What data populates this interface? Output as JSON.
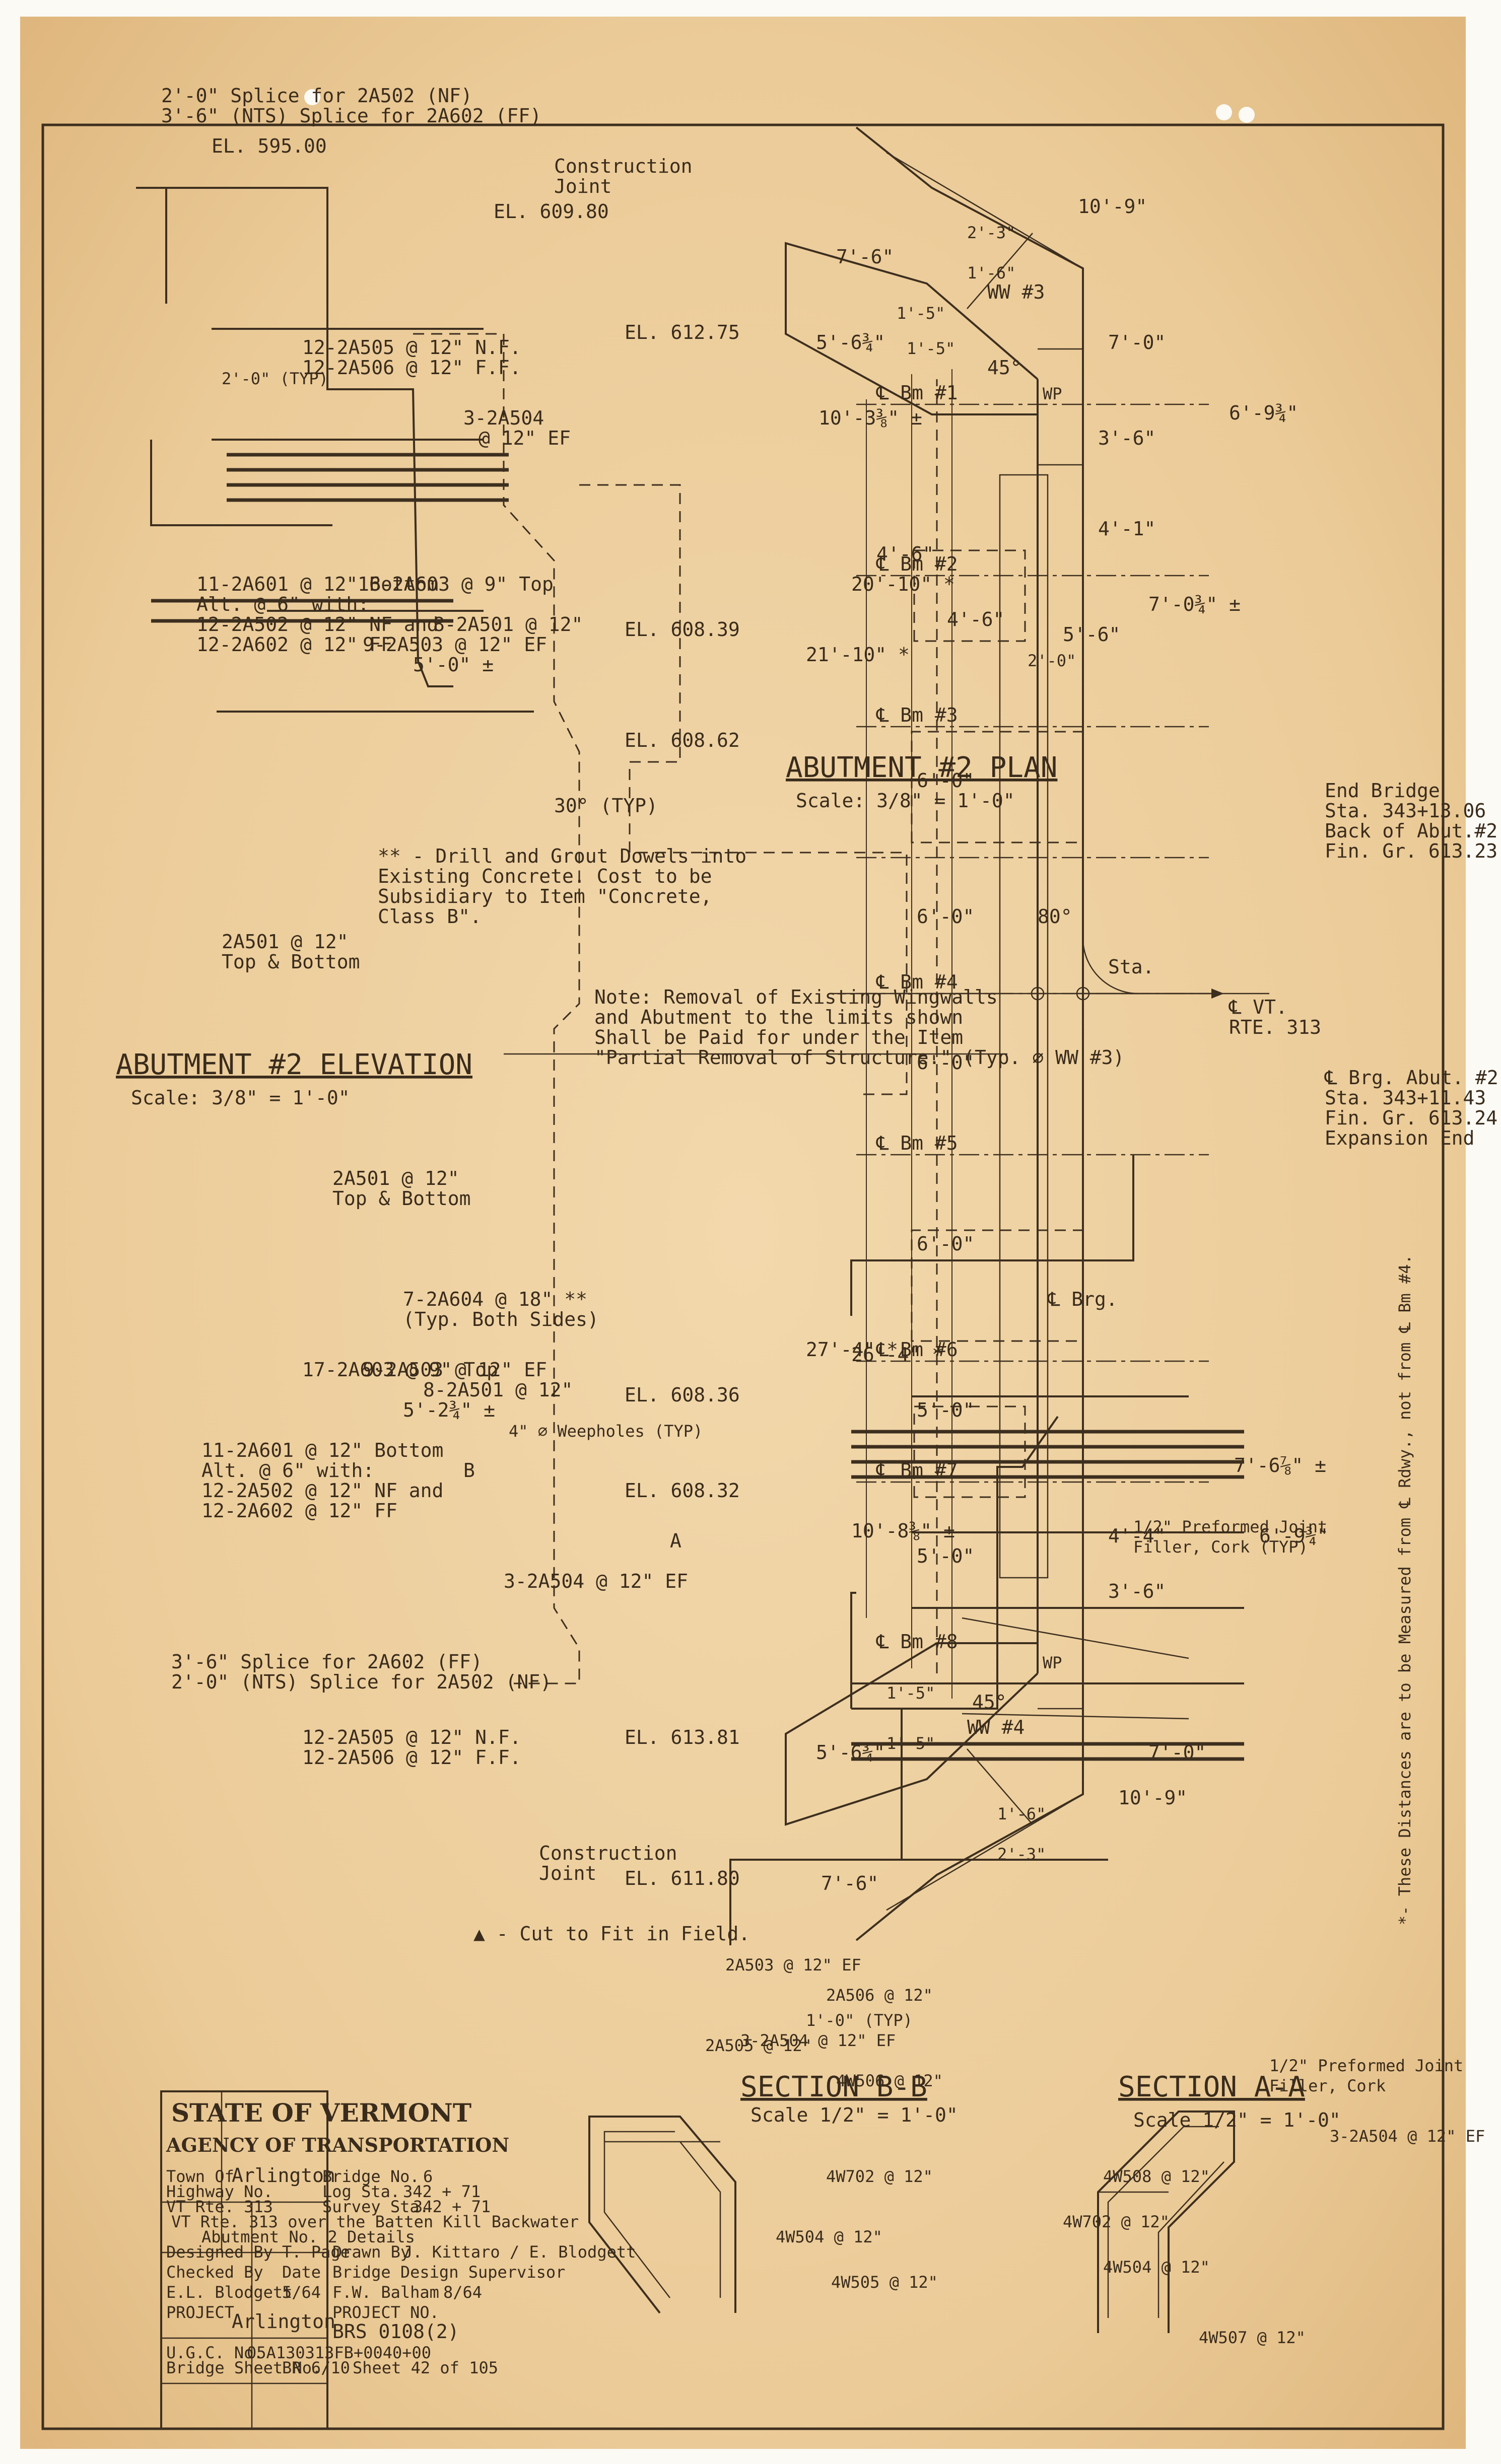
{
  "sheet_note": "*- These Distances are to be Measured from ℄ Rdwy., not from ℄ Bm #4.",
  "plan": {
    "title": "ABUTMENT #2 PLAN",
    "scale": "Scale: 3/8\" = 1'-0\"",
    "end_bridge": [
      "End Bridge",
      "Sta. 343+13.06",
      "Back of Abut.#2",
      "Fin. Gr. 613.23"
    ],
    "brg_abut": [
      "℄ Brg. Abut. #2",
      "Sta. 343+11.43",
      "Fin. Gr. 613.24",
      "Expansion End"
    ],
    "rte": [
      "℄ VT.",
      "RTE. 313"
    ],
    "sta": "Sta.",
    "skew": "80°",
    "beams": [
      "℄ Bm #1",
      "℄ Bm #2",
      "℄ Bm #3",
      "℄ Bm #4",
      "℄ Bm #5",
      "℄ Bm #6",
      "℄ Bm #7",
      "℄ Bm #8"
    ],
    "brg_label": "℄ Brg.",
    "ww3": "WW #3",
    "ww4": "WW #4",
    "wp": "WP",
    "angle45": "45°",
    "joint_filler": [
      "1/2\" Preformed Joint",
      "Filler, Cork (TYP)"
    ],
    "dims_top": [
      "10'-9\"",
      "7'-0\"",
      "2'-3\"",
      "1'-6\"",
      "7'-6\"",
      "5'-6¾\"",
      "1'-5\"",
      "1'-5\"",
      "6'-9¾\"",
      "7'-0¾\" ±"
    ],
    "dims_mid": [
      "3'-6\"",
      "4'-1\"",
      "4'-6\"",
      "5'-6\"",
      "2'-0\"",
      "4'-6\"",
      "10'-3⅜\" ±"
    ],
    "dims_center": [
      "6'-0\"",
      "6'-0\"",
      "6'-0\"",
      "6'-0\"",
      "5'-0\"",
      "5'-0\""
    ],
    "dims_overall": [
      "20'-10\" *",
      "21'-10\" *",
      "26'-4\" *",
      "27'-4\" *"
    ],
    "dims_bottom": [
      "7'-6⅞\" ±",
      "4'-4\"",
      "3'-6\"",
      "10'-8⅜\" ±",
      "6'-9¾\"",
      "5'-6¾\"",
      "1'-5\"",
      "1'-5\"",
      "7'-6\"",
      "10'-9\"",
      "7'-0\"",
      "2'-3\"",
      "1'-6\""
    ],
    "removal_note": [
      "Note: Removal of Existing Wingwalls",
      "and Abutment to the limits shown",
      "Shall be Paid for under the Item",
      "\"Partial Removal of Structure.\" (Typ. ∅ WW #3)"
    ]
  },
  "elevation": {
    "title": "ABUTMENT #2 ELEVATION",
    "scale": "Scale: 3/8\" = 1'-0\"",
    "elevations": [
      "EL. 595.00",
      "EL. 609.80",
      "EL. 612.75",
      "EL. 608.39",
      "EL. 608.62",
      "EL. 608.36",
      "EL. 608.32",
      "EL. 613.81",
      "EL. 611.80"
    ],
    "construction_joint": [
      "Construction",
      "Joint"
    ],
    "left_bars": [
      "12-2A505 @ 12\" N.F.",
      "12-2A506 @ 12\" F.F.",
      "3-2A504",
      "@ 12\" EF",
      "16-2A603 @ 9\" Top",
      "9-2A503 @ 12\" EF",
      "8-2A501 @ 12\"",
      "11-2A601 @ 12\" Bottom",
      "Alt. @ 6\" with:",
      "12-2A502 @ 12\" NF and",
      "12-2A602 @ 12\" FF",
      "2A501 @ 12\"",
      "Top & Bottom"
    ],
    "right_bars": [
      "2A501 @ 12\"",
      "Top & Bottom",
      "7-2A604 @ 18\" **",
      "(Typ. Both Sides)",
      "17-2A603 @ 9\" Top",
      "9-2A503 @ 12\" EF",
      "8-2A501 @ 12\"",
      "11-2A601 @ 12\" Bottom",
      "Alt. @ 6\" with:",
      "12-2A502 @ 12\" NF and",
      "12-2A602 @ 12\" FF",
      "3-2A504 @ 12\" EF",
      "12-2A505 @ 12\" N.F.",
      "12-2A506 @ 12\" F.F."
    ],
    "splices": [
      "2'-0\" Splice for 2A502 (NF)",
      "3'-6\" (NTS) Splice for 2A602 (FF)",
      "3'-6\" Splice for 2A602 (FF)",
      "2'-0\" (NTS) Splice for 2A502 (NF)"
    ],
    "misc": [
      "2'-0\" (TYP)",
      "5'-0\" ±",
      "5'-2¾\" ±",
      "30° (TYP)",
      "4\" ∅ Weepholes (TYP)",
      "A",
      "B"
    ],
    "dowel_note": [
      "** - Drill and Grout Dowels into",
      "Existing Concrete. Cost to be",
      "Subsidiary to Item \"Concrete,",
      "Class B\"."
    ],
    "cut_note": "▲ - Cut to Fit in Field."
  },
  "section_aa": {
    "title": "SECTION A-A",
    "scale": "Scale 1/2\" = 1'-0\"",
    "labels": [
      "1/2\" Preformed Joint",
      "Filler, Cork",
      "3-2A504 @ 12\" EF",
      "4W508 @ 12\"",
      "4W702 @ 12\"",
      "4W504 @ 12\"",
      "4W507 @ 12\""
    ]
  },
  "section_bb": {
    "title": "SECTION B-B",
    "scale": "Scale 1/2\" = 1'-0\"",
    "labels": [
      "2A503 @ 12\" EF",
      "2A506 @ 12\"",
      "3-2A504 @ 12\" EF",
      "1'-0\" (TYP)",
      "2A505 @ 12\"",
      "4W506 @ 12\"",
      "4W702 @ 12\"",
      "4W504 @ 12\"",
      "4W505 @ 12\""
    ]
  },
  "title_block": {
    "state": "STATE OF VERMONT",
    "agency": "AGENCY OF TRANSPORTATION",
    "town_label": "Town Of",
    "town": "Arlington",
    "bridge_no_label": "Bridge No.",
    "bridge_no": "6",
    "highway_label": "Highway No.",
    "highway": "VT Rte. 313",
    "log_sta_label": "Log Sta.",
    "log_sta": "342 + 71",
    "survey_sta_label": "Survey Sta.",
    "survey_sta": "342 + 71",
    "description": "VT Rte. 313 over the Batten Kill Backwater",
    "subtitle": "Abutment No. 2 Details",
    "designed_label": "Designed By",
    "designed": "T. Page",
    "drawn_label": "Drawn By",
    "drawn": "J. Kittaro / E. Blodgett",
    "checked_label": "Checked By",
    "date_label": "Date",
    "checked": "E.L. Blodgett",
    "checked_date": "5/64",
    "supervisor_label": "Bridge Design Supervisor",
    "supervisor": "F.W. Balham",
    "supervisor_date": "8/64",
    "project_label": "PROJECT",
    "project": "Arlington",
    "project_no_label": "PROJECT NO.",
    "project_no": "BRS 0108(2)",
    "ugc_label": "U.G.C. No.",
    "ugc": "05A130313FB+0040+00",
    "sheet_label": "Bridge Sheet No.",
    "sheet_no": "BR 6/10",
    "sheet_of": "Sheet 42 of 105"
  },
  "colors": {
    "paper": "#eecfa0",
    "ink": "#3d2f1f",
    "border": "#fbfaf5"
  }
}
